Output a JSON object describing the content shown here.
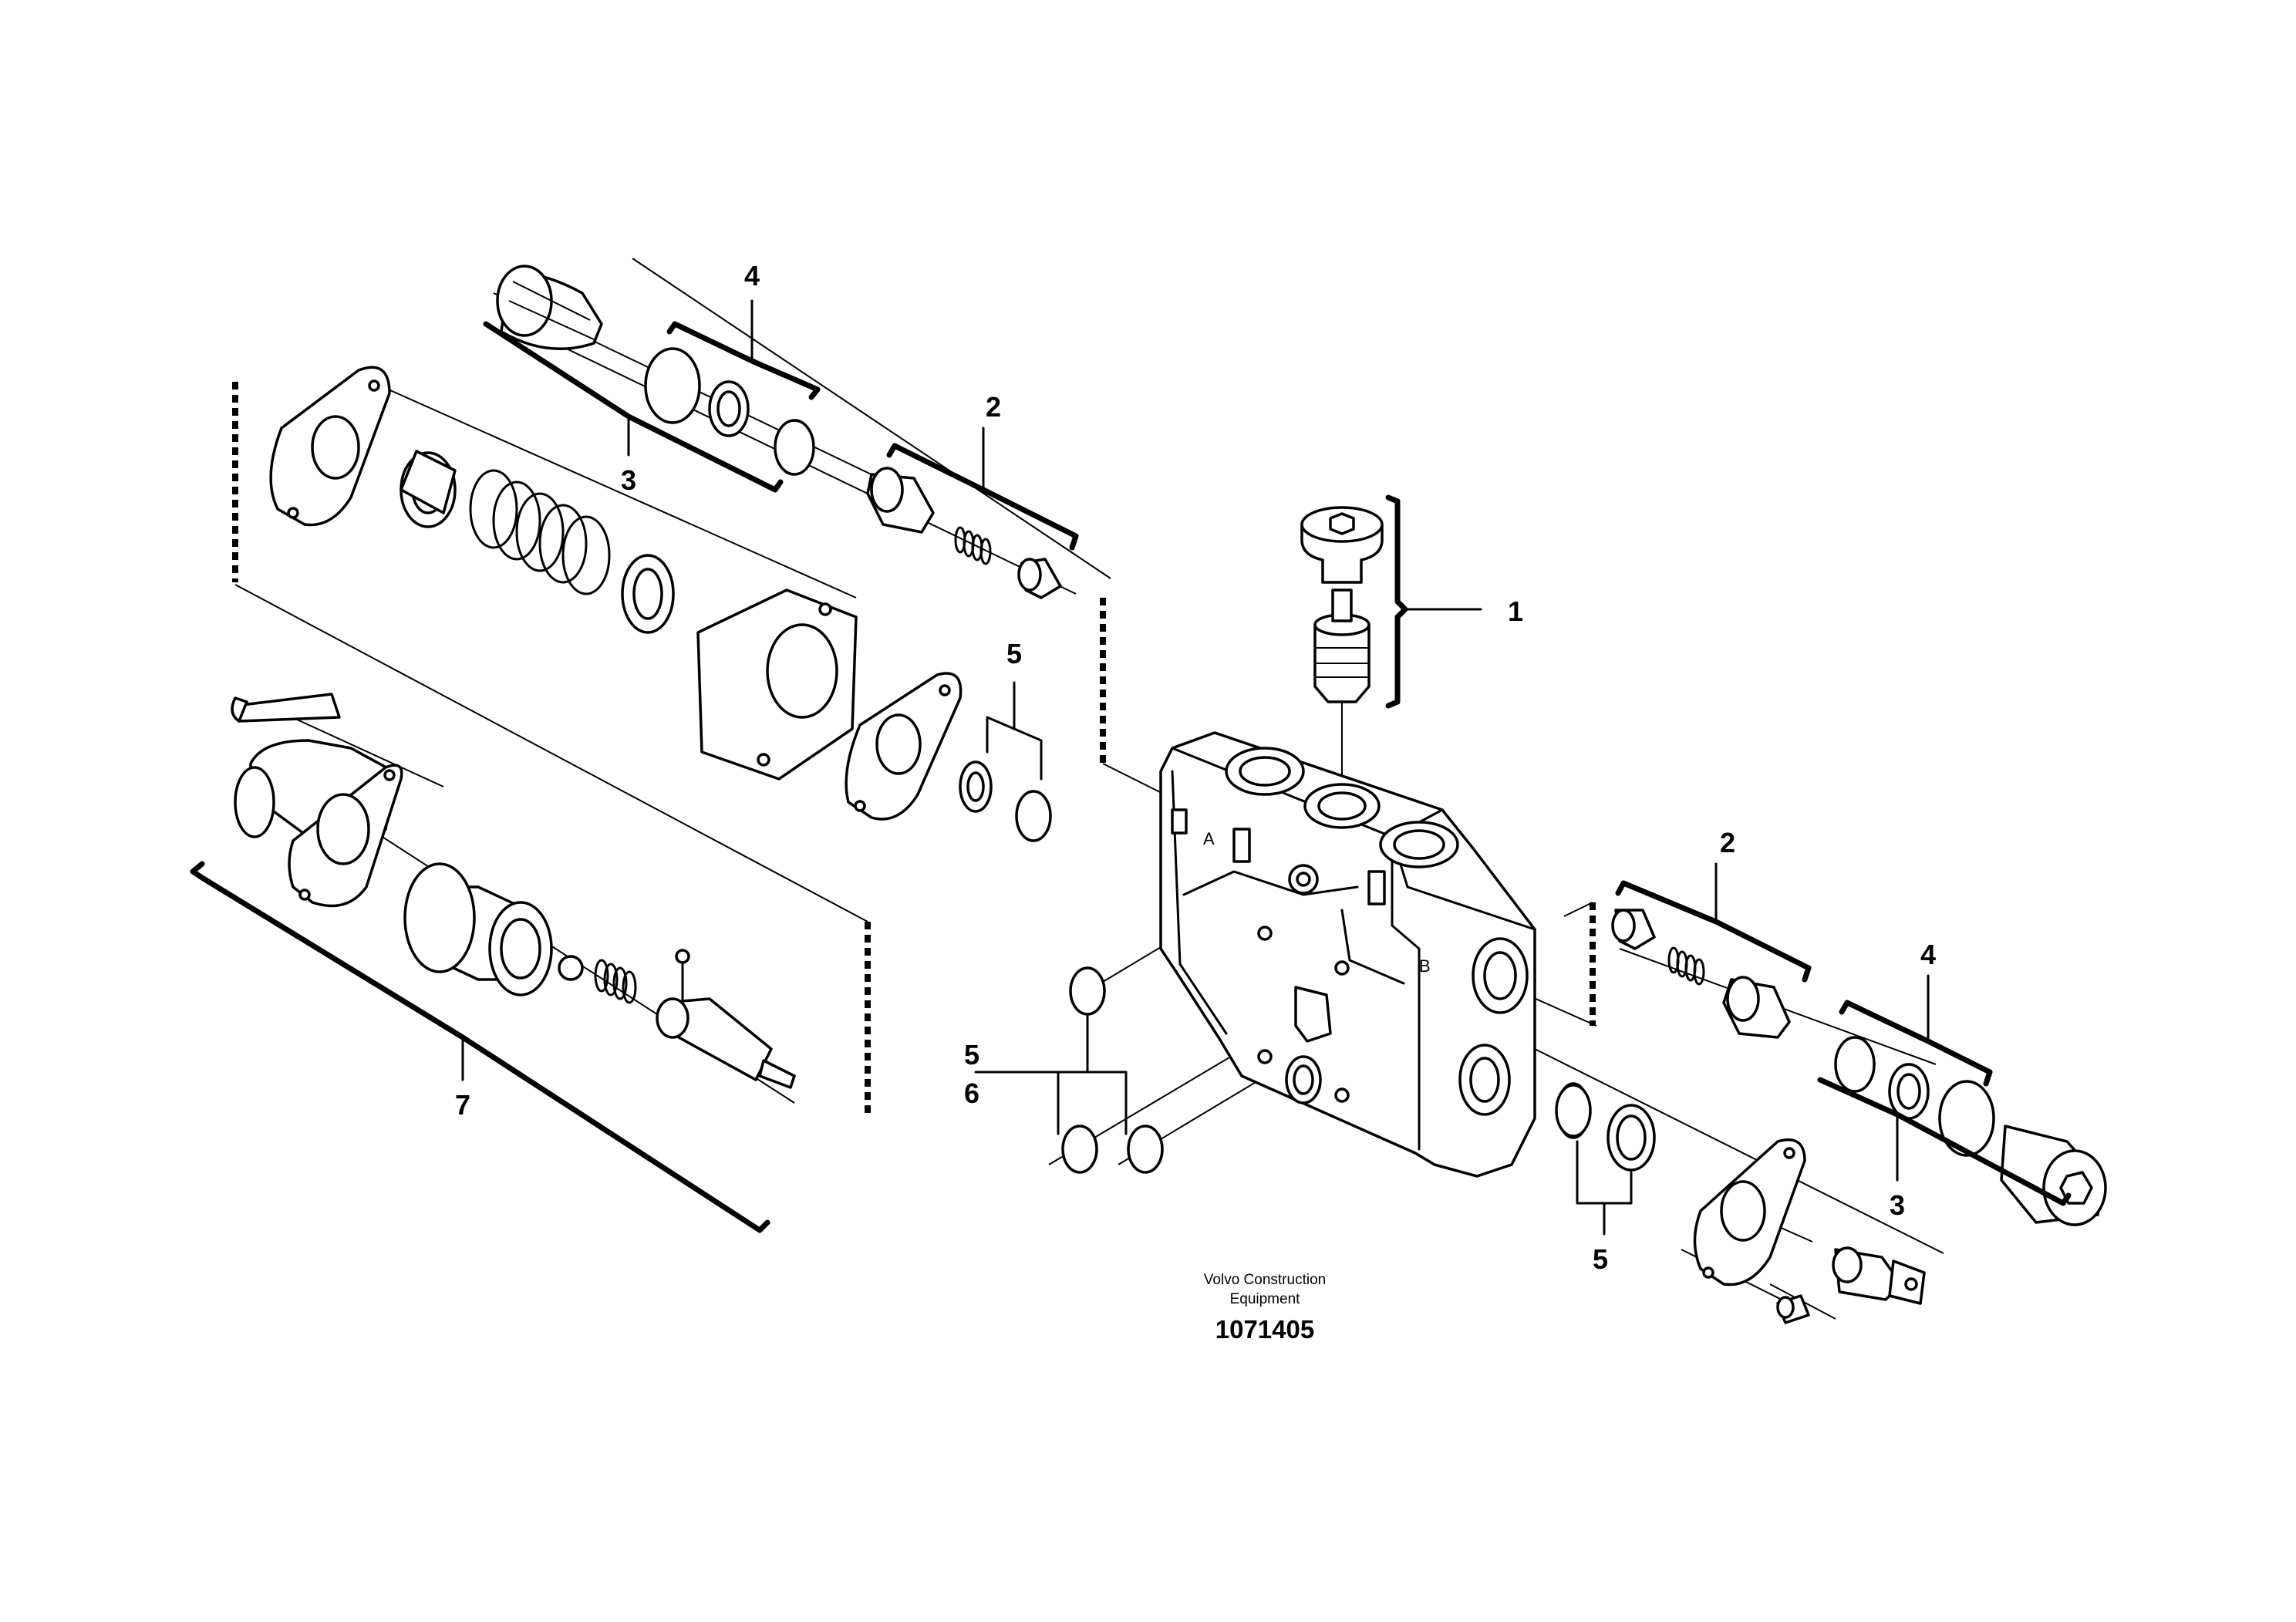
{
  "callouts": {
    "c1": "1",
    "c2_top": "2",
    "c2_right": "2",
    "c3_top": "3",
    "c3_right": "3",
    "c4_top": "4",
    "c4_right": "4",
    "c5_upper": "5",
    "c5_left": "5",
    "c6_left": "6",
    "c5_lower": "5",
    "c7": "7"
  },
  "housing_marks": {
    "port_a": "A",
    "port_b": "B"
  },
  "caption": {
    "line1": "Volvo Construction",
    "line2": "Equipment",
    "document_number": "1071405"
  }
}
